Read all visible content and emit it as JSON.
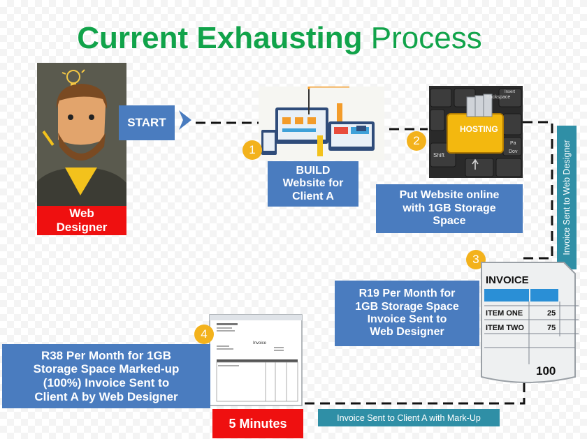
{
  "title": {
    "bold": "Current Exhausting",
    "regular": " Process"
  },
  "designer_label": "Web\nDesigner",
  "start_label": "START",
  "steps": [
    {
      "number": "1",
      "text": "BUILD\nWebsite for\nClient A"
    },
    {
      "number": "2",
      "text": "Put Website online\nwith 1GB Storage\nSpace"
    },
    {
      "number": "3",
      "text": "R19 Per Month for\n1GB Storage Space\nInvoice Sent to\nWeb Designer"
    },
    {
      "number": "4",
      "text": "R38 Per Month for 1GB\nStorage Space Marked-up\n(100%) Invoice Sent to\nClient A by Web Designer"
    }
  ],
  "time_label": "5 Minutes",
  "side_label_vertical": "Invoice Sent to Web Designer",
  "side_label_horizontal": "Invoice Sent to Client A with Mark-Up",
  "hosting_key": {
    "main": "HOSTING",
    "keys": [
      "Backspace",
      "Shift",
      "Pa",
      "Dov",
      "Insert"
    ]
  },
  "invoice_card": {
    "title": "INVOICE",
    "rows": [
      {
        "item": "ITEM ONE",
        "amount": "25"
      },
      {
        "item": "ITEM TWO",
        "amount": "75"
      }
    ],
    "total": "100"
  },
  "invoice_doc": {
    "heading": "Invoice"
  },
  "colors": {
    "title_green": "#11a34a",
    "box_blue": "#4a7cbf",
    "label_teal": "#2f8fa6",
    "red": "#ef1010",
    "badge_yellow": "#f3b21c"
  }
}
